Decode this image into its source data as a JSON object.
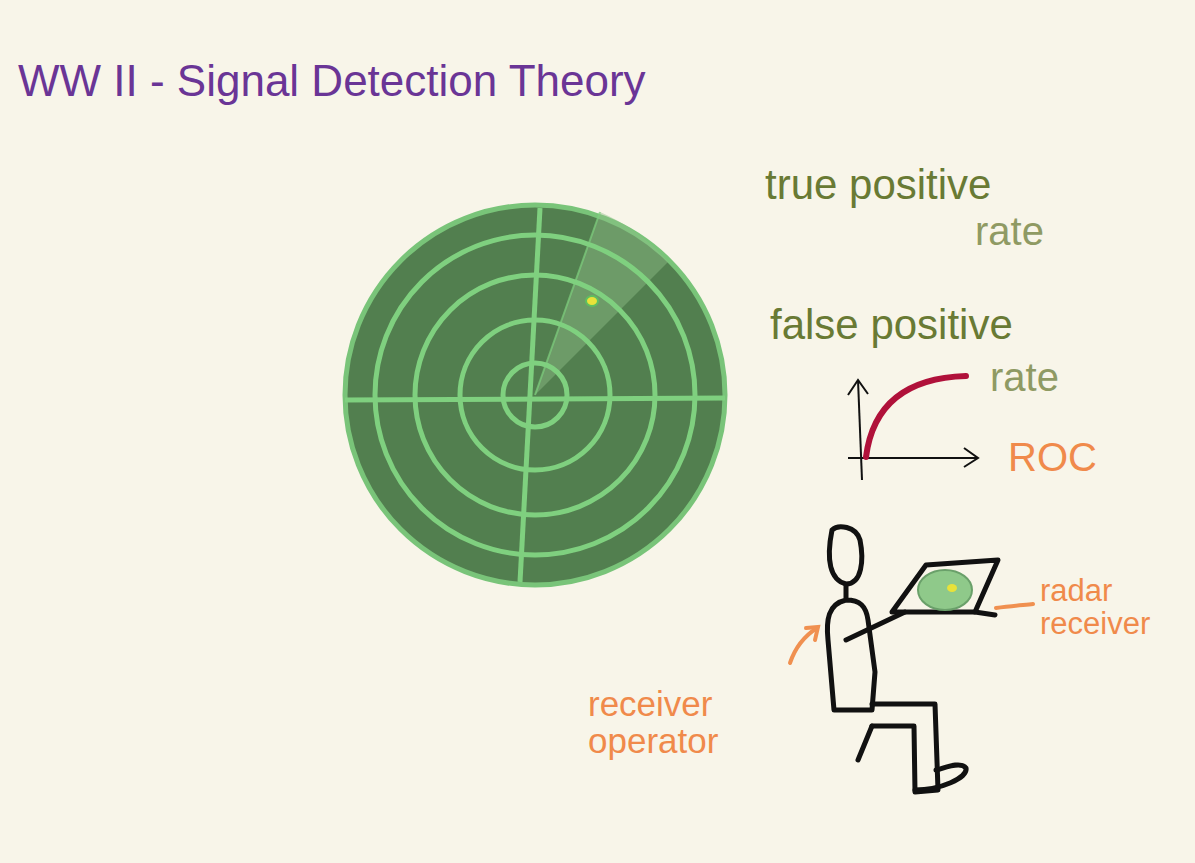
{
  "diagram": {
    "title": "WW II - Signal Detection Theory",
    "labels": [
      "true positive",
      "rate",
      "false positive",
      "rate",
      "ROC",
      "radar receiver",
      "receiver operator"
    ]
  }
}
